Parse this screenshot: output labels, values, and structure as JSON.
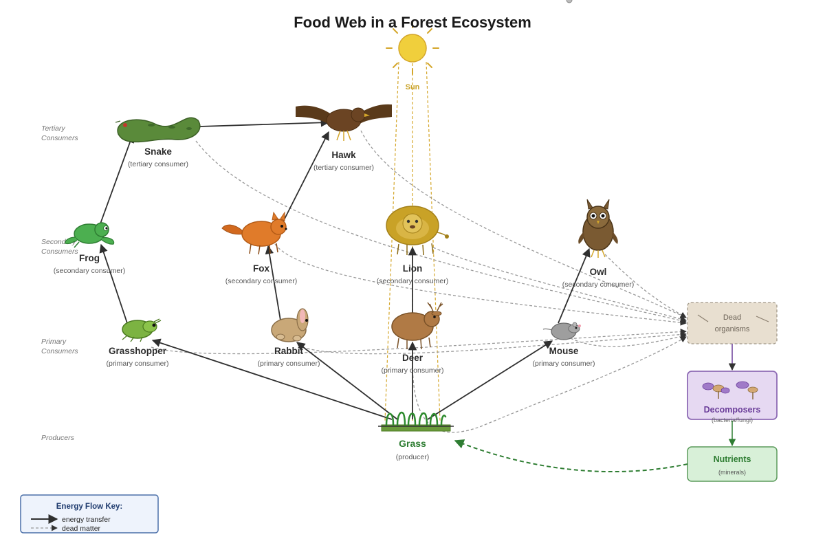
{
  "title": "Food Web in a Forest Ecosystem",
  "sun": {
    "label": "Sun"
  },
  "levels": {
    "tertiary": [
      "Tertiary",
      "Consumers"
    ],
    "secondary": [
      "Secondary",
      "Consumers"
    ],
    "primary": [
      "Primary",
      "Consumers"
    ],
    "producers": "Producers"
  },
  "organisms": {
    "snake": {
      "name": "Snake",
      "role": "(tertiary consumer)"
    },
    "hawk": {
      "name": "Hawk",
      "role": "(tertiary consumer)"
    },
    "frog": {
      "name": "Frog",
      "role": "(secondary consumer)"
    },
    "fox": {
      "name": "Fox",
      "role": "(secondary consumer)"
    },
    "lion": {
      "name": "Lion",
      "role": "(secondary consumer)"
    },
    "owl": {
      "name": "Owl",
      "role": "(secondary consumer)"
    },
    "grasshopper": {
      "name": "Grasshopper",
      "role": "(primary consumer)"
    },
    "rabbit": {
      "name": "Rabbit",
      "role": "(primary consumer)"
    },
    "deer": {
      "name": "Deer",
      "role": "(primary consumer)"
    },
    "mouse": {
      "name": "Mouse",
      "role": "(primary consumer)"
    },
    "grass": {
      "name": "Grass",
      "role": "(producer)"
    }
  },
  "dead": {
    "line1": "Dead",
    "line2": "organisms"
  },
  "decomposers": {
    "name": "Decomposers",
    "sub": "(bacteria/fungi)"
  },
  "nutrients": {
    "name": "Nutrients",
    "sub": "(minerals)"
  },
  "key": {
    "title": "Energy Flow Key:",
    "energy": "energy transfer",
    "dead": "dead matter"
  },
  "colors": {
    "energy_arrow": "#333333",
    "dead_arrow": "#999999",
    "sun": "#f0cf3c",
    "sun_ray": "#d4a62a",
    "dead_box": "#e8dfd0",
    "decomposer_box": "#e6d9f2",
    "nutrient_box": "#d8f0d8",
    "nutrient_arrow": "#2e7d32",
    "key_box": "#eef3fc"
  }
}
